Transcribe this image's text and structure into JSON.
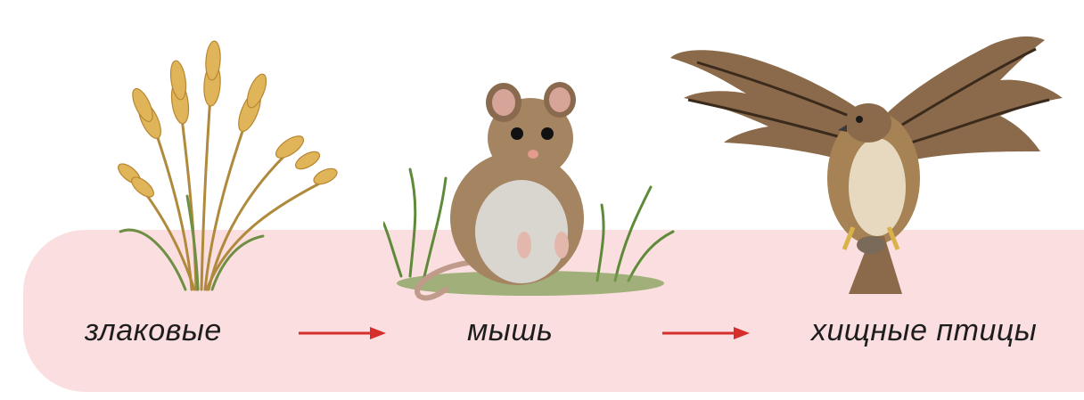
{
  "food_chain": {
    "items": [
      {
        "label": "злаковые",
        "icon": "wheat-bundle-icon"
      },
      {
        "label": "мышь",
        "icon": "mouse-icon"
      },
      {
        "label": "хищные птицы",
        "icon": "hawk-icon"
      }
    ],
    "arrow_color": "#d62d2d",
    "band_color": "#fbdfe0"
  }
}
